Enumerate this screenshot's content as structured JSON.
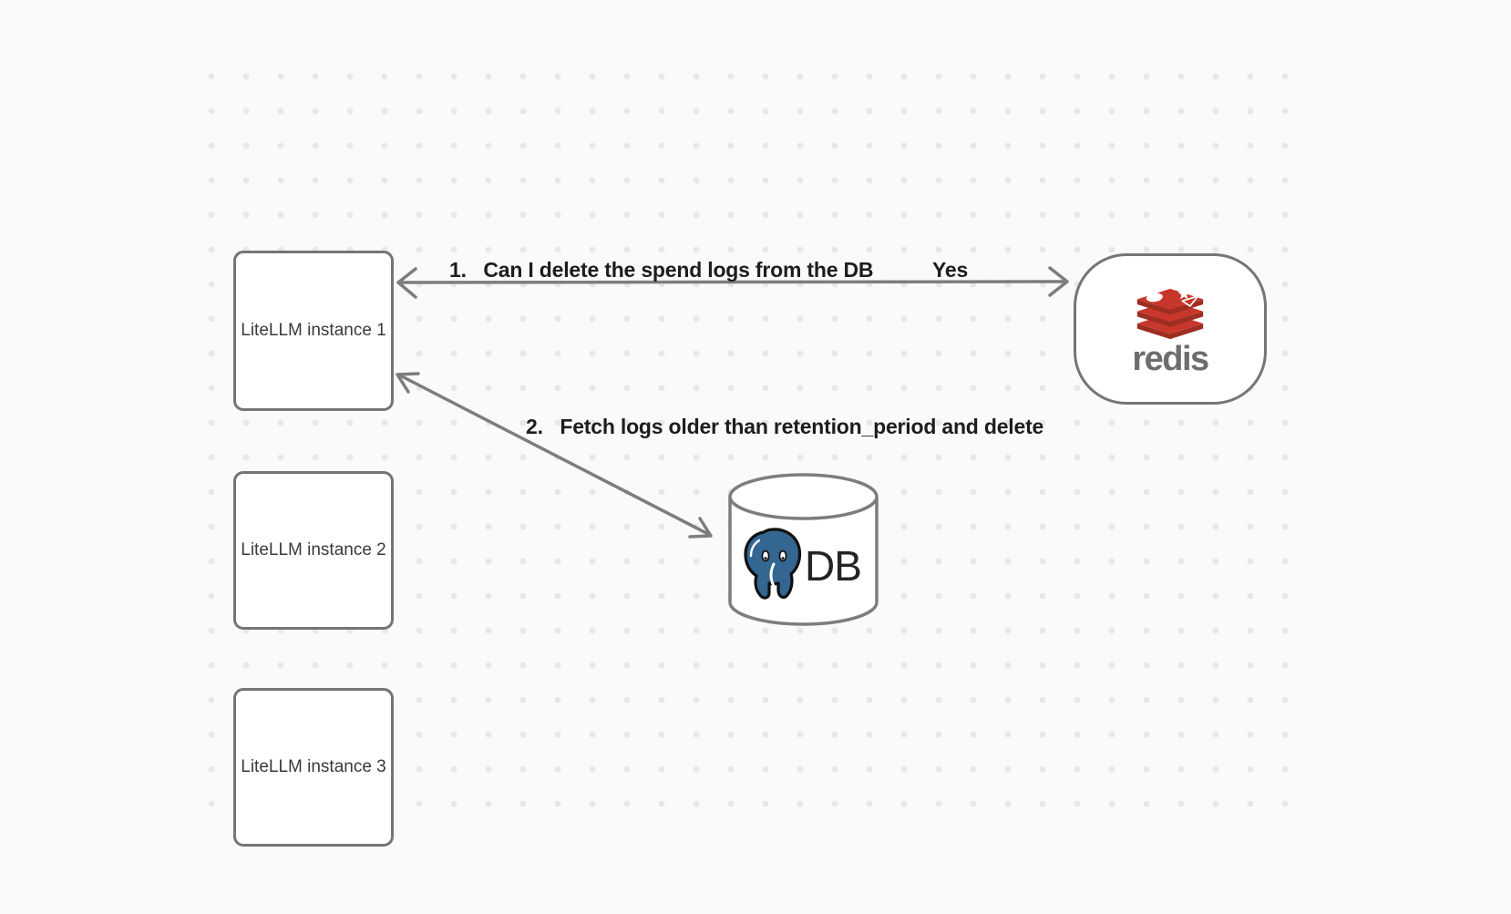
{
  "diagram": {
    "background_color": "#fafafa",
    "dot_color": "#e8e8e8",
    "stroke_color": "#757575",
    "arrow_color": "#7d7d7d",
    "label_text_color": "#1d1d1d"
  },
  "nodes": {
    "instances": [
      {
        "label": "LiteLLM instance 1"
      },
      {
        "label": "LiteLLM instance 2"
      },
      {
        "label": "LiteLLM instance 3"
      }
    ],
    "redis": {
      "wordmark": "redis",
      "logo_icon": "redis-stack-icon",
      "brand_red": "#c8372b",
      "brand_red_dark": "#9e2d22",
      "wordmark_color": "#6d6d6d"
    },
    "database": {
      "label": "DB",
      "logo_icon": "postgresql-elephant-icon",
      "postgres_blue": "#336791"
    }
  },
  "edges": [
    {
      "label": "1.   Can I delete the spend logs from the DB",
      "response": "Yes",
      "from": "LiteLLM instance 1",
      "to": "redis",
      "direction": "bidirectional"
    },
    {
      "label": "2.   Fetch logs older than retention_period and delete",
      "from": "LiteLLM instance 1",
      "to": "DB",
      "direction": "bidirectional"
    }
  ]
}
